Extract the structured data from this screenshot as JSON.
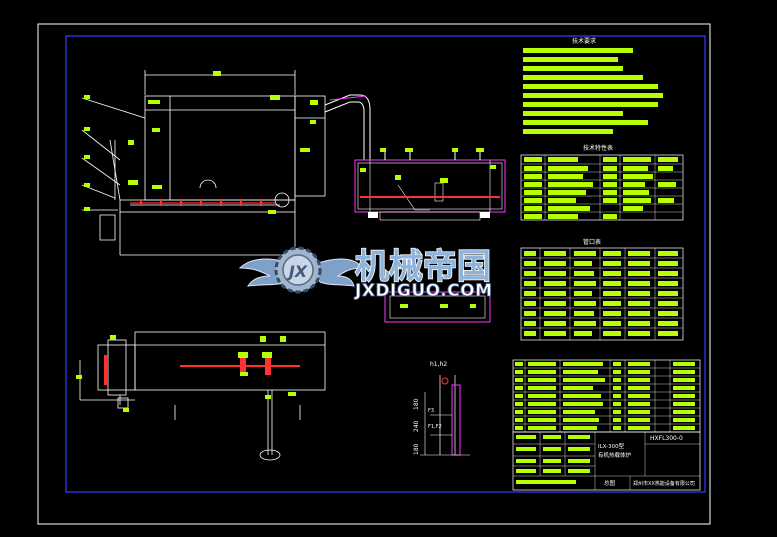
{
  "title_block": {
    "tech_requirements_title": "技术要求",
    "tech_characteristics_title": "技术特性表",
    "nozzle_table_title": "管口表",
    "drawing_number": "HXFL300-0",
    "drawing_name_line1": "ILX-300型",
    "drawing_name_line2": "有机热载体炉",
    "company": "郑州市XX热能设备有限公司",
    "sheet_label": "总图"
  },
  "watermark": {
    "cn_text": "机械帝国",
    "en_text": "JXDIGUO.COM",
    "logo_text": "JX"
  },
  "dimensions": {
    "h_label": "h1,h2",
    "dim_a": "180",
    "dim_b": "240",
    "dim_c": "180",
    "f_label_1": "F1,F2",
    "f_label_2": "F3"
  },
  "colors": {
    "background": "#000000",
    "frame": "#3a3aff",
    "line_white": "#ffffff",
    "text_green": "#b6ff00",
    "magenta": "#ff33ff",
    "red": "#ff3333",
    "cyan": "#00ffff"
  }
}
